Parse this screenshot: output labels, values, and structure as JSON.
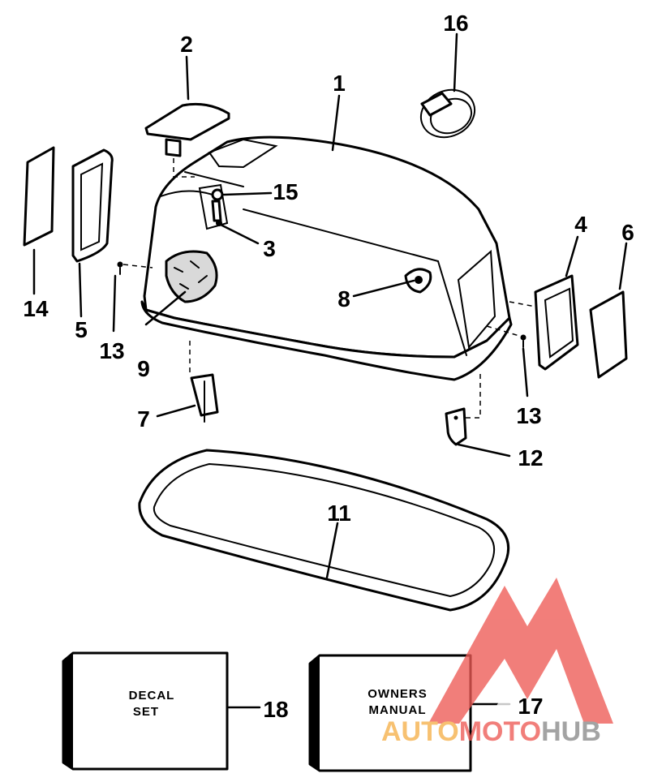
{
  "callouts": {
    "c1": "1",
    "c2": "2",
    "c3": "3",
    "c4": "4",
    "c5": "5",
    "c6": "6",
    "c7": "7",
    "c8": "8",
    "c9": "9",
    "c11": "11",
    "c12": "12",
    "c13a": "13",
    "c13b": "13",
    "c14": "14",
    "c15": "15",
    "c16": "16",
    "c17": "17",
    "c18": "18"
  },
  "boxes": {
    "decal_line1": "DECAL",
    "decal_line2": "SET",
    "manual_line1": "OWNERS",
    "manual_line2": "MANUAL"
  },
  "watermark": {
    "part1": "AUTO",
    "part2": "MOTO",
    "part3": "HUB",
    "color_orange": "#f6b04a",
    "color_red": "#ee5a55",
    "color_grey": "#8a8a8a"
  }
}
